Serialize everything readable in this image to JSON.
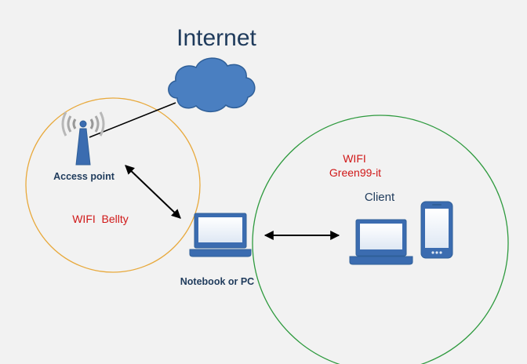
{
  "title": "Internet",
  "colors": {
    "background": "#f2f2f2",
    "title": "#1f3b5c",
    "blue_shape": "#4a7fc1",
    "blue_shape_edge": "#2f5f98",
    "access_point_circle": "#e8a93c",
    "client_circle": "#2e9a3e",
    "wifi_text": "#d01818",
    "arrow": "#000000"
  },
  "icons": {
    "cloud": "cloud-icon",
    "antenna": "antenna-tower-icon",
    "laptop": "laptop-icon",
    "phone": "smartphone-icon"
  },
  "access_point": {
    "label": "Access point",
    "wifi_line": "WIFI  Bellty"
  },
  "notebook": {
    "label": "Notebook or PC"
  },
  "client": {
    "wifi_line1": "WIFI",
    "wifi_line2": "Green99-it",
    "label": "Client"
  }
}
